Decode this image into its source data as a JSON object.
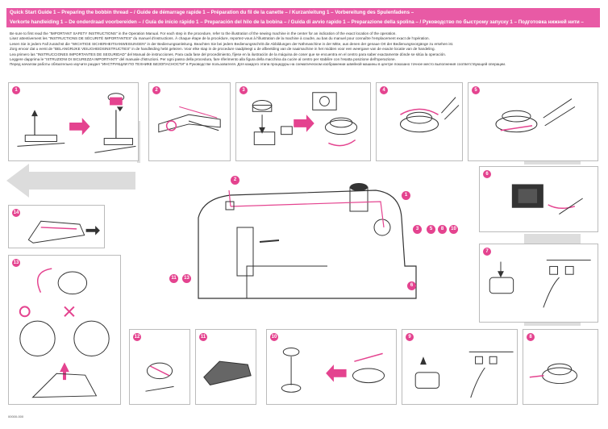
{
  "banner": {
    "line1": "Quick Start Guide 1 – Preparing the bobbin thread – / Guide de démarrage rapide 1 – Préparation du fil de la canette – / Kurzanleitung 1 – Vorbereitung des Spulenfadens –",
    "line2": "Verkorte handleiding 1 – De onderdraad voorbereiden – / Guía de inicio rápido 1 – Preparación del hilo de la bobina – / Guida di avvio rapido 1 – Preparazione della spolina – / Руководство по быстрому запуску 1 – Подготовка нижней нити –"
  },
  "intro": [
    "Be sure to first read the \"IMPORTANT SAFETY INSTRUCTIONS\" in the Operation Manual. For each step in the procedure, refer to the illustration of the sewing machine in the center for an indication of the exact location of the operation.",
    "Lisez attentivement les \"INSTRUCTIONS DE SÉCURITÉ IMPORTANTES\" du manuel d'instructions. À chaque étape de la procédure, reportez-vous à l'illustration de la machine à coudre, au bas du manuel pour connaître l'emplacement exact de l'opération.",
    "Lesen Sie in jedem Fall zunächst die \"WICHTIGE SICHERHEITSANWEISUNGEN\" in der Bedienungsanleitung. Beachten Sie bei jedem Bedienungsschritt die Abbildungen der Nähmaschine in der Mitte, aus denen der genaue Ort der Bedienungsvorgänge zu ersehen ist.",
    "Zorg ervoor dat u eerst de \"BELANGRIJKE VEILIGHEIDSINSTRUCTIES\" in de handleiding hebt gelezen. Voor elke stap in de procedure raadpleegt u de afbeelding van de naaimachine in het midden voor een weergave van de exacte locatie van de handeling.",
    "Lea primero las \"INSTRUCCIONES IMPORTANTES DE SEGURIDAD\" del Manual de instrucciones. Para cada fase del procedimiento, fíjese en la ilustración de la máquina de coser que se encuentra en el centro para saber exactamente dónde se sitúa la operación.",
    "Leggere dapprima le \"ISTRUZIONI DI SICUREZZA IMPORTANTI\" del manuale d'istruzioni. Per ogni passo della procedura, fare riferimento alla figura della macchina da cucire al centro per stabilire con l'esatta posizione dell'operazione.",
    "Перед началом работы обязательно изучите раздел \"ИНСТРУКЦИИ ПО ТЕХНИКЕ БЕЗОПАСНОСТИ\" в Руководстве пользователя. Для каждого этапа процедуры на схематическом изображении швейной машины в центре показано точное место выполнения соответствующей операции."
  ],
  "steps": {
    "s1": "1",
    "s2": "2",
    "s3": "3",
    "s4": "4",
    "s5": "5",
    "s6": "6",
    "s7": "7",
    "s8": "8",
    "s9": "9",
    "s10": "10",
    "s11": "11",
    "s12": "12",
    "s13": "13",
    "s14": "14"
  },
  "callouts": {
    "c1": "1",
    "c2": "2",
    "c3a": "3",
    "c3b": "5",
    "c3c": "8",
    "c3d": "10",
    "c6": "6",
    "c11": "11",
    "c13": "13"
  },
  "footer": "00000-000",
  "colors": {
    "accent": "#e4438f",
    "banner": "#e85aa5",
    "line": "#333333"
  }
}
